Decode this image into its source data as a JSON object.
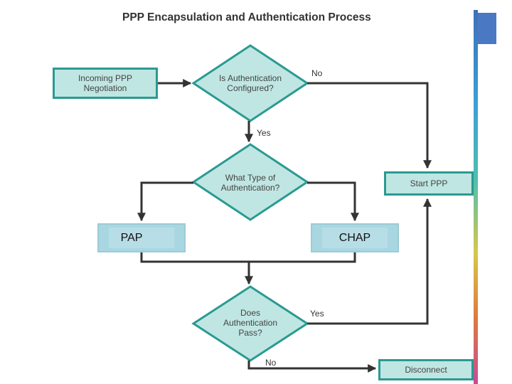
{
  "title": "PPP Encapsulation and Authentication Process",
  "nodes": {
    "incoming": "Incoming PPP\nNegotiation",
    "auth_configured": "Is Authentication\nConfigured?",
    "what_type": "What Type of\nAuthentication?",
    "start_ppp": "Start PPP",
    "pap": "PAP",
    "chap": "CHAP",
    "auth_pass": "Does\nAuthentication\nPass?",
    "disconnect": "Disconnect"
  },
  "edge_labels": {
    "configured_no": "No",
    "configured_yes": "Yes",
    "pass_yes": "Yes",
    "pass_no": "No"
  },
  "colors": {
    "box_fill": "#bfe6e2",
    "box_border": "#2a9a92",
    "line": "#333333",
    "highlight_box": "#a9d7e1",
    "accent_tab": "#4a78c2"
  }
}
